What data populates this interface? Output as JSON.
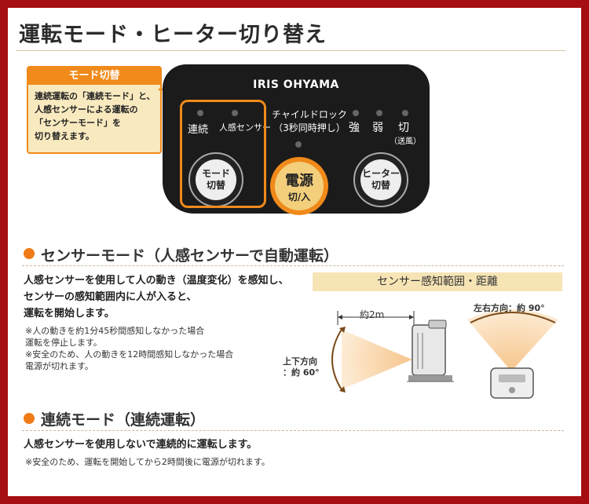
{
  "title": "運転モード・ヒーター切り替え",
  "callout": {
    "heading": "モード切替",
    "lines": [
      "連続運転の「連続モード」と、",
      "人感センサーによる運転の",
      "「センサーモード」を",
      "切り替えます。"
    ]
  },
  "panel": {
    "brand": "IRIS OHYAMA",
    "mode_labels": [
      "連続",
      "人感センサー"
    ],
    "child_lock": [
      "チャイルドロック",
      "（3秒同時押し）"
    ],
    "power_levels": [
      "強",
      "弱",
      "切"
    ],
    "power_off_sub": "（送風）",
    "mode_button": [
      "モード",
      "切替"
    ],
    "power_button": [
      "電源",
      "切/入"
    ],
    "heater_button": [
      "ヒーター",
      "切替"
    ]
  },
  "sensor_section": {
    "title": "センサーモード（人感センサーで自動運転）",
    "body": [
      "人感センサーを使用して人の動き（温度変化）を感知し、",
      "センサーの感知範囲内に人が入ると、",
      "運転を開始します。"
    ],
    "notes": [
      "※人の動きを約1分45秒間感知しなかった場合",
      "運転を停止します。",
      "※安全のため、人の動きを12時間感知しなかった場合",
      "電源が切れます。"
    ],
    "range_heading": "センサー感知範囲・距離",
    "distance_label": "約2m",
    "vertical_label": [
      "上下方向",
      "：約 60°"
    ],
    "horizontal_label": "左右方向：約 90°"
  },
  "continuous_section": {
    "title": "連続モード（連続運転）",
    "body": "人感センサーを使用しないで連続的に運転します。",
    "note": "※安全のため、運転を開始してから2時間後に電源が切れます。"
  },
  "colors": {
    "frame": "#a50f12",
    "accent": "#f08a1a",
    "callout_bg": "#f8e9bf",
    "panel": "#1b1b1b"
  }
}
